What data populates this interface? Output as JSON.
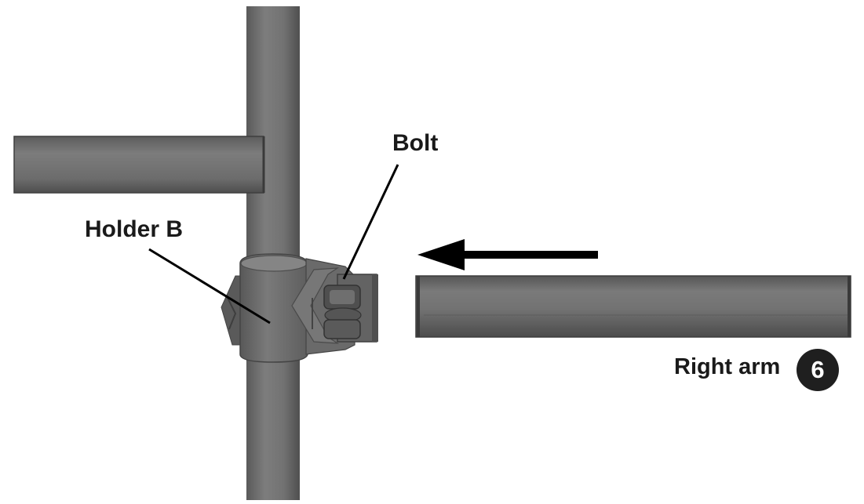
{
  "labels": {
    "bolt": "Bolt",
    "holder": "Holder B",
    "right_arm": "Right arm",
    "step_number": "6"
  },
  "colors": {
    "tube_base": "#6e6e6e",
    "tube_highlight": "#8a8a8a",
    "tube_shadow": "#4a4a4a",
    "leader_line": "#000000",
    "badge_bg": "#1f1f1f",
    "badge_text": "#ffffff"
  },
  "icons": {
    "direction_arrow": "left-arrow-icon"
  }
}
